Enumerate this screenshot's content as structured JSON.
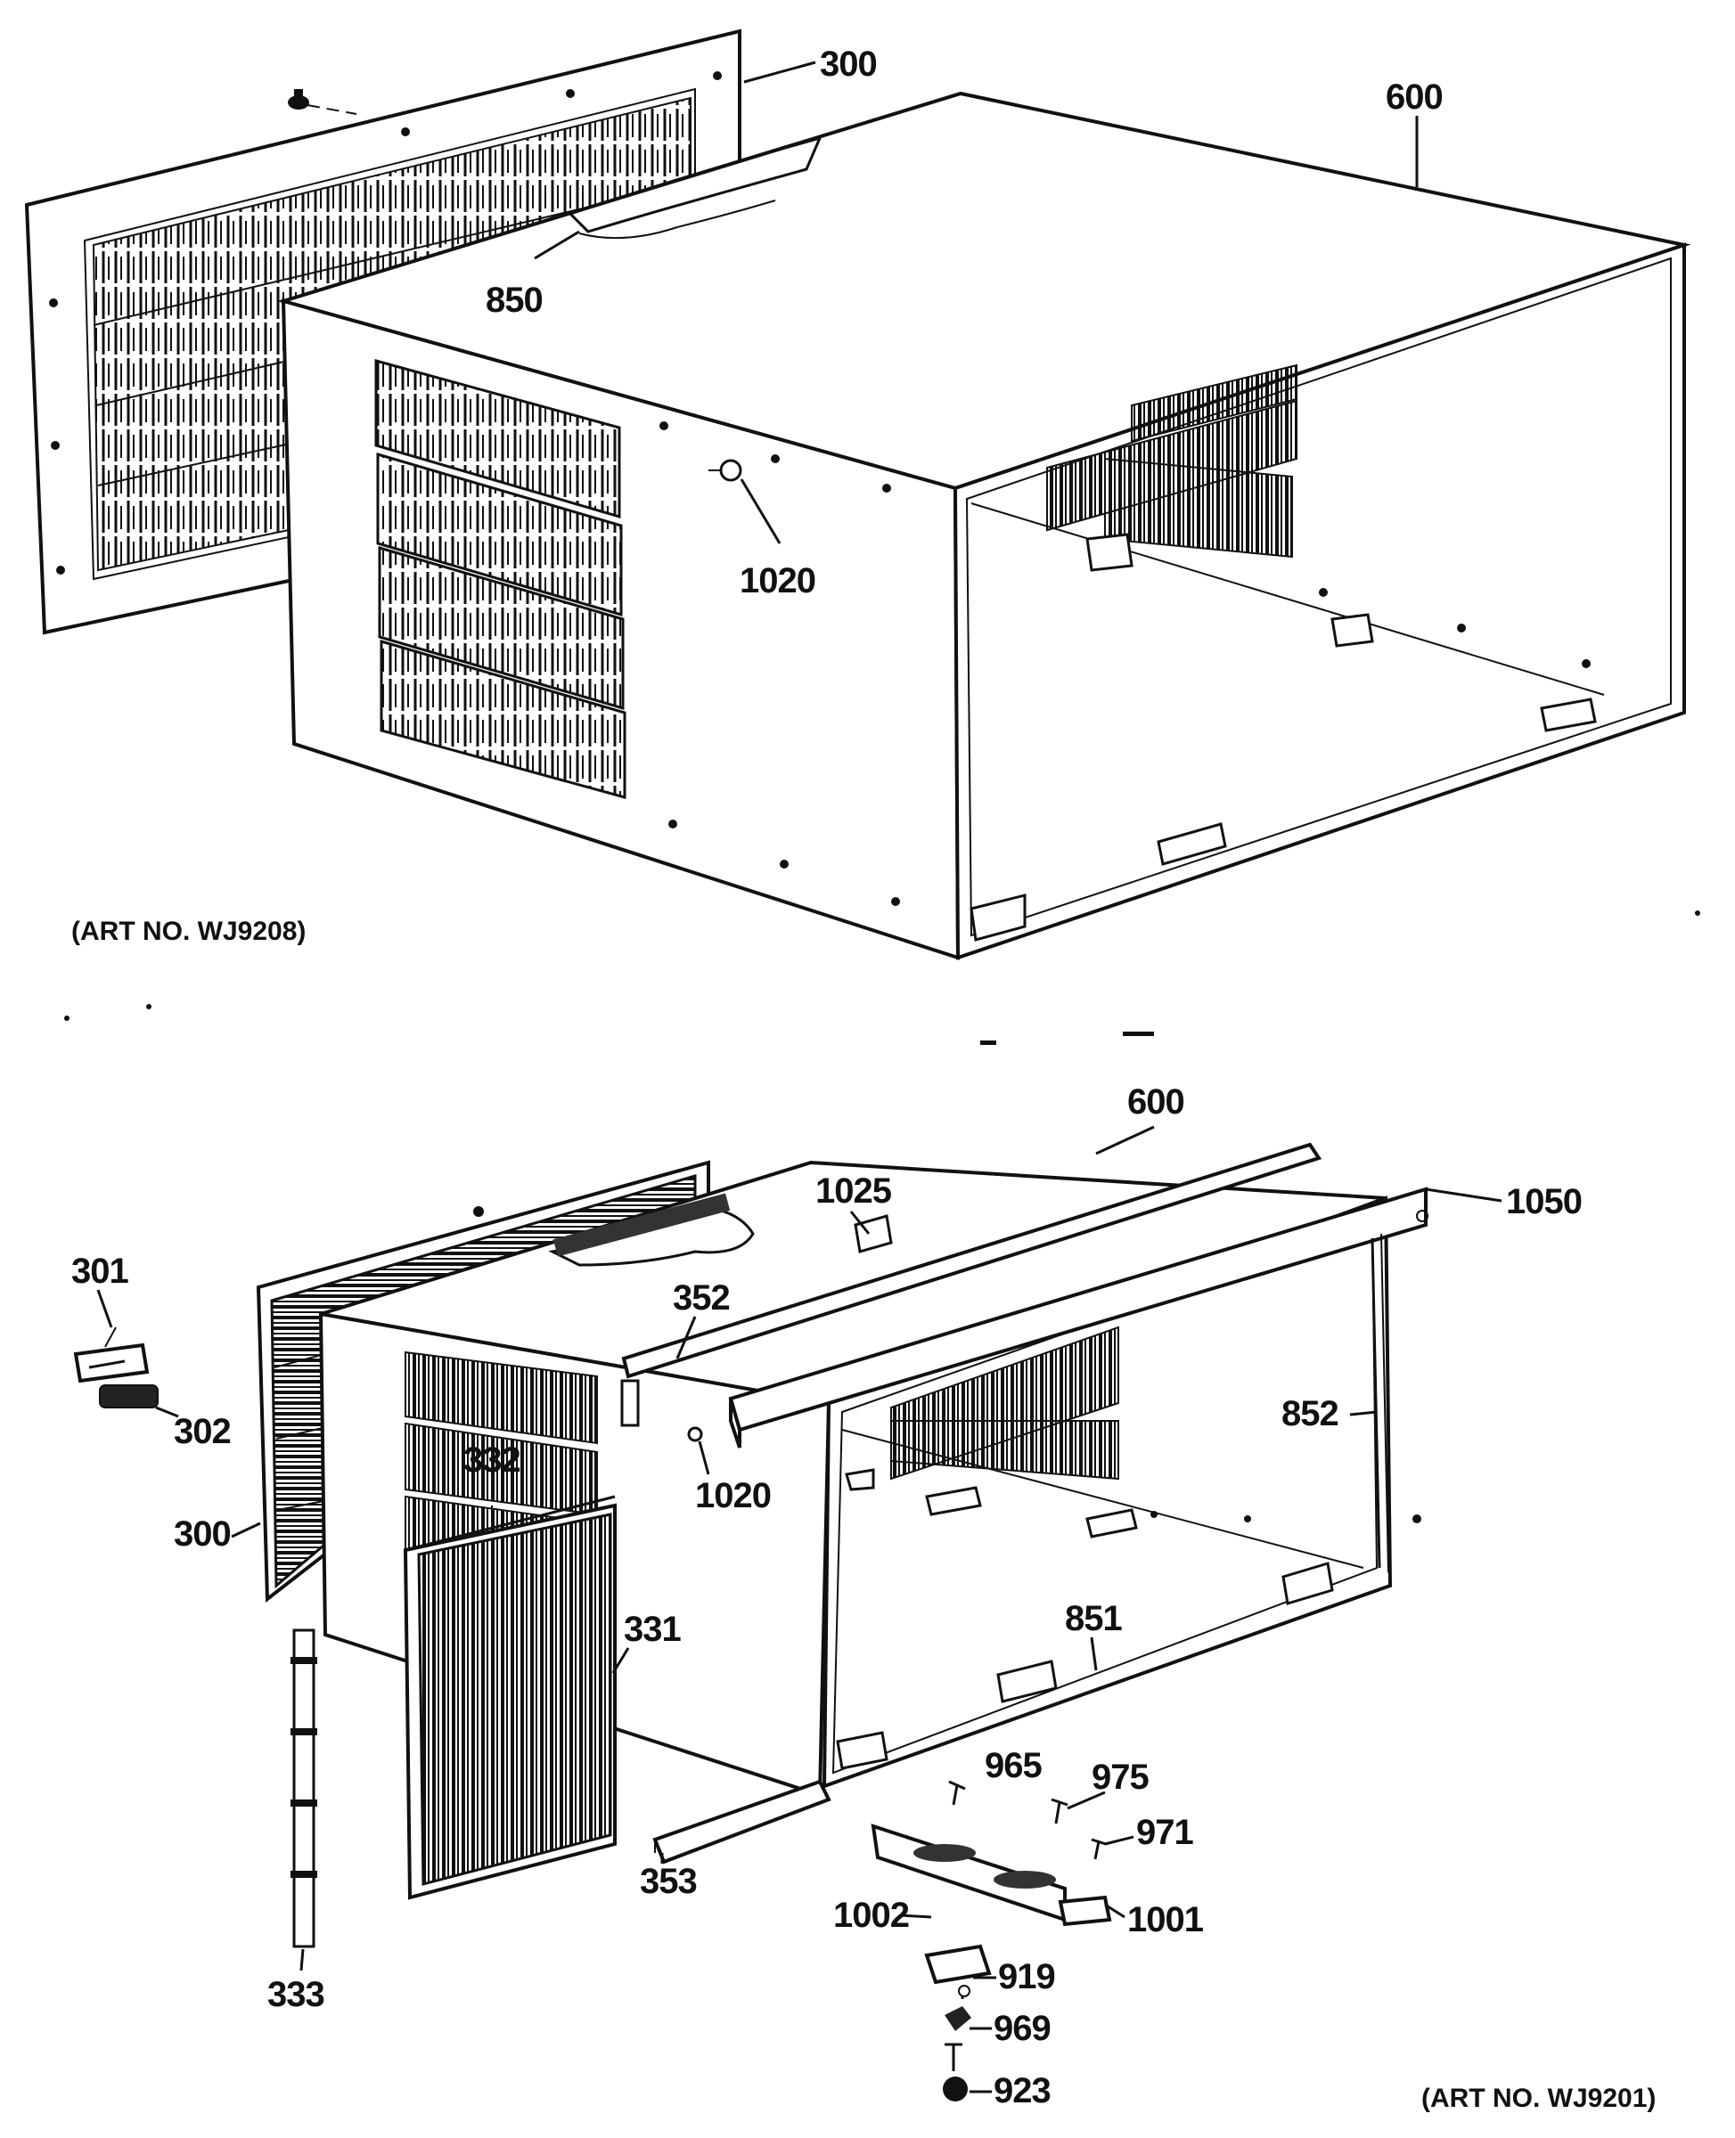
{
  "top_diagram": {
    "art_no": "(ART NO. WJ9208)",
    "callouts": [
      "300",
      "600",
      "850",
      "1020"
    ]
  },
  "bottom_diagram": {
    "art_no": "(ART NO. WJ9201)",
    "callouts": [
      "600",
      "1050",
      "1025",
      "301",
      "352",
      "302",
      "852",
      "332",
      "1020",
      "300",
      "851",
      "331",
      "965",
      "975",
      "971",
      "353",
      "1002",
      "1001",
      "919",
      "969",
      "333",
      "923"
    ]
  }
}
